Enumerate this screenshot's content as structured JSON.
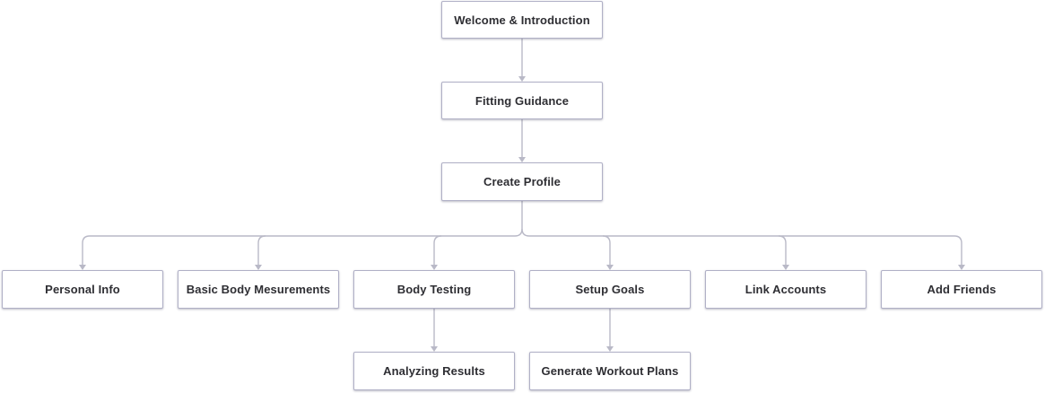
{
  "diagram": {
    "type": "flowchart",
    "nodes": [
      {
        "id": "welcome",
        "label": "Welcome & Introduction"
      },
      {
        "id": "fitting",
        "label": "Fitting Guidance"
      },
      {
        "id": "profile",
        "label": "Create Profile"
      },
      {
        "id": "personal",
        "label": "Personal Info"
      },
      {
        "id": "basic",
        "label": "Basic Body Mesurements"
      },
      {
        "id": "testing",
        "label": "Body Testing"
      },
      {
        "id": "goals",
        "label": "Setup Goals"
      },
      {
        "id": "link",
        "label": "Link Accounts"
      },
      {
        "id": "friends",
        "label": "Add Friends"
      },
      {
        "id": "analyzing",
        "label": "Analyzing Results"
      },
      {
        "id": "workout",
        "label": "Generate Workout Plans"
      }
    ],
    "edges": [
      {
        "from": "welcome",
        "to": "fitting"
      },
      {
        "from": "fitting",
        "to": "profile"
      },
      {
        "from": "profile",
        "to": "personal"
      },
      {
        "from": "profile",
        "to": "basic"
      },
      {
        "from": "profile",
        "to": "testing"
      },
      {
        "from": "profile",
        "to": "goals"
      },
      {
        "from": "profile",
        "to": "link"
      },
      {
        "from": "profile",
        "to": "friends"
      },
      {
        "from": "testing",
        "to": "analyzing"
      },
      {
        "from": "goals",
        "to": "workout"
      }
    ],
    "colors": {
      "connector": "#b9b9c7",
      "node_border": "#b0b0c6",
      "node_text": "#2e2e33",
      "background": "#ffffff"
    }
  }
}
